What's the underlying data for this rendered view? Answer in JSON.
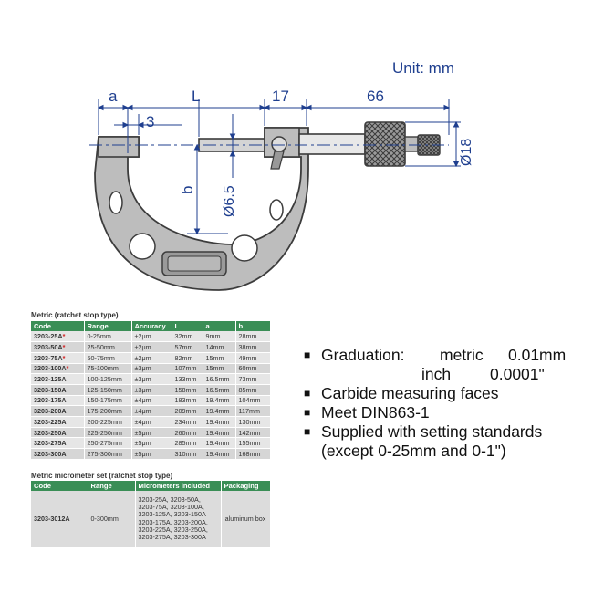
{
  "diagram": {
    "unit_label": "Unit: mm",
    "dims": {
      "a": "a",
      "L": "L",
      "d17": "17",
      "d66": "66",
      "d3": "3",
      "b": "b",
      "d65": "Ø6.5",
      "d18": "Ø18"
    },
    "colors": {
      "frame": "#bdbdbd",
      "frame_stroke": "#3c3c3c",
      "dimension": "#1f3f8f"
    }
  },
  "metric": {
    "title": "Metric (ratchet stop type)",
    "headers": [
      "Code",
      "Range",
      "Accuracy",
      "L",
      "a",
      "b"
    ],
    "rows": [
      {
        "code": "3203-25A",
        "star": "*",
        "range": "0-25mm",
        "accuracy": "±2μm",
        "L": "32mm",
        "a": "9mm",
        "b": "28mm"
      },
      {
        "code": "3203-50A",
        "star": "*",
        "range": "25-50mm",
        "accuracy": "±2μm",
        "L": "57mm",
        "a": "14mm",
        "b": "38mm"
      },
      {
        "code": "3203-75A",
        "star": "*",
        "range": "50-75mm",
        "accuracy": "±2μm",
        "L": "82mm",
        "a": "15mm",
        "b": "49mm"
      },
      {
        "code": "3203-100A",
        "star": "*",
        "range": "75-100mm",
        "accuracy": "±3μm",
        "L": "107mm",
        "a": "15mm",
        "b": "60mm"
      },
      {
        "code": "3203-125A",
        "star": "",
        "range": "100-125mm",
        "accuracy": "±3μm",
        "L": "133mm",
        "a": "16.5mm",
        "b": "73mm"
      },
      {
        "code": "3203-150A",
        "star": "",
        "range": "125-150mm",
        "accuracy": "±3μm",
        "L": "158mm",
        "a": "16.5mm",
        "b": "85mm"
      },
      {
        "code": "3203-175A",
        "star": "",
        "range": "150-175mm",
        "accuracy": "±4μm",
        "L": "183mm",
        "a": "19.4mm",
        "b": "104mm"
      },
      {
        "code": "3203-200A",
        "star": "",
        "range": "175-200mm",
        "accuracy": "±4μm",
        "L": "209mm",
        "a": "19.4mm",
        "b": "117mm"
      },
      {
        "code": "3203-225A",
        "star": "",
        "range": "200-225mm",
        "accuracy": "±4μm",
        "L": "234mm",
        "a": "19.4mm",
        "b": "130mm"
      },
      {
        "code": "3203-250A",
        "star": "",
        "range": "225-250mm",
        "accuracy": "±5μm",
        "L": "260mm",
        "a": "19.4mm",
        "b": "142mm"
      },
      {
        "code": "3203-275A",
        "star": "",
        "range": "250-275mm",
        "accuracy": "±5μm",
        "L": "285mm",
        "a": "19.4mm",
        "b": "155mm"
      },
      {
        "code": "3203-300A",
        "star": "",
        "range": "275-300mm",
        "accuracy": "±5μm",
        "L": "310mm",
        "a": "19.4mm",
        "b": "168mm"
      }
    ]
  },
  "set": {
    "title": "Metric micrometer set (ratchet stop type)",
    "headers": [
      "Code",
      "Range",
      "Micrometers included",
      "Packaging"
    ],
    "row": {
      "code": "3203-3012A",
      "range": "0-300mm",
      "included": "3203-25A, 3203-50A, 3203-75A, 3203-100A, 3203-125A, 3203-150A 3203-175A, 3203-200A, 3203-225A, 3203-250A, 3203-275A, 3203-300A",
      "packaging": "aluminum box"
    }
  },
  "features": {
    "graduation_label": "Graduation:",
    "metric_label": "metric",
    "metric_value": "0.01mm",
    "inch_label": "inch",
    "inch_value": "0.0001\"",
    "items": [
      "Carbide measuring faces",
      "Meet DIN863-1"
    ],
    "setting_line1": "Supplied with setting standards",
    "setting_line2": "(except 0-25mm and 0-1\")"
  }
}
